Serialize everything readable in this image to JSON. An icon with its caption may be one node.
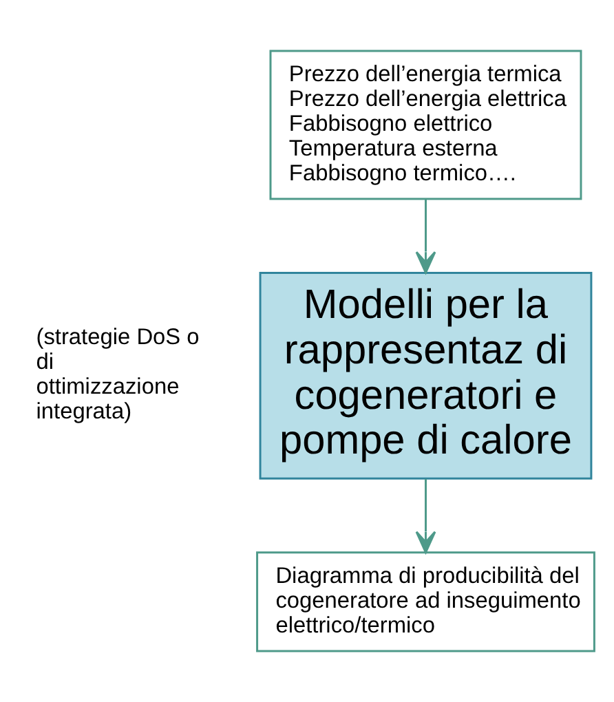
{
  "diagram": {
    "nodes": [
      {
        "text": [
          "Prezzo dell’energia termica",
          "Prezzo dell’energia elettrica",
          "Fabbisogno elettrico",
          "Temperatura esterna",
          "Fabbisogno termico…."
        ]
      },
      {
        "text": [
          "Modelli per la rappresentaz di cogeneratori e pompe di calore"
        ],
        "beside": [
          "(strategie DoS o di ottimizzazione integrata)"
        ]
      },
      {
        "text": [
          "Diagramma di producibilità del cogeneratore ad inseguimento elettrico/termico"
        ]
      }
    ],
    "edges": [
      {
        "from": 0,
        "to": 1,
        "arrow": "to"
      },
      {
        "from": 1,
        "to": 2,
        "arrow": "to"
      }
    ]
  }
}
